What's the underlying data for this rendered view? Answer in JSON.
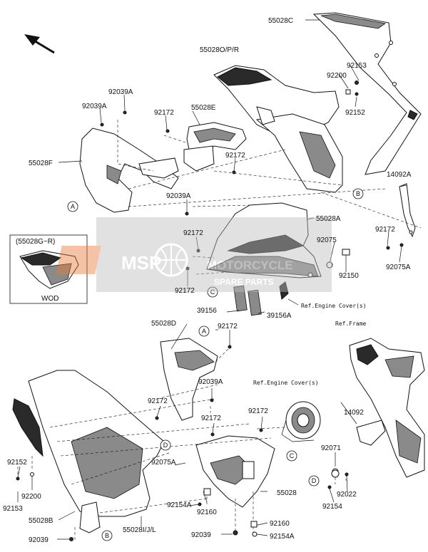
{
  "labels": {
    "p55028C": "55028C",
    "p55028OPR": "55028O/P/R",
    "p92153a": "92153",
    "p92200a": "92200",
    "p92152a": "92152",
    "p92039A_1": "92039A",
    "p92039A_2": "92039A",
    "p92172_1": "92172",
    "p55028E": "55028E",
    "p55028F": "55028F",
    "p92172_2": "92172",
    "p14092A": "14092A",
    "p92039A_3": "92039A",
    "p55028A": "55028A",
    "p92172_3": "92172",
    "p92075": "92075",
    "p92172_4": "92172",
    "p92150": "92150",
    "p92075A_1": "92075A",
    "p92172_5": "92172",
    "p39156": "39156",
    "p39156A": "39156A",
    "p55028D": "55028D",
    "p92172_6": "92172",
    "p92039A_4": "92039A",
    "p92172_7": "92172",
    "p92172_8": "92172",
    "p92172_9": "92172",
    "p14092": "14092",
    "p92152b": "92152",
    "p92075A_2": "92075A",
    "p92071": "92071",
    "p92200b": "92200",
    "p92153b": "92153",
    "p55028B": "55028B",
    "p55028": "55028",
    "p92022": "92022",
    "p92154": "92154",
    "p92160a": "92160",
    "p92154A_1": "92154A",
    "p55028IJL": "55028I/J/L",
    "p92039": "92039",
    "p92039b": "92039",
    "p92160b": "92160",
    "p92154A_2": "92154A"
  },
  "refs": {
    "engine_cover_1": "Ref.Engine Cover(s)",
    "engine_cover_2": "Ref.Engine Cover(s)",
    "frame": "Ref.Frame"
  },
  "callouts": {
    "A1": "A",
    "A2": "A",
    "B1": "B",
    "B2": "B",
    "C1": "C",
    "C2": "C",
    "D1": "D",
    "D2": "D"
  },
  "inset": {
    "title": "(55028G~R)",
    "caption": "WOD"
  },
  "watermark": {
    "brand": "MSP",
    "line1": "MOTORCYCLE",
    "line2": "SPARE PARTS"
  }
}
